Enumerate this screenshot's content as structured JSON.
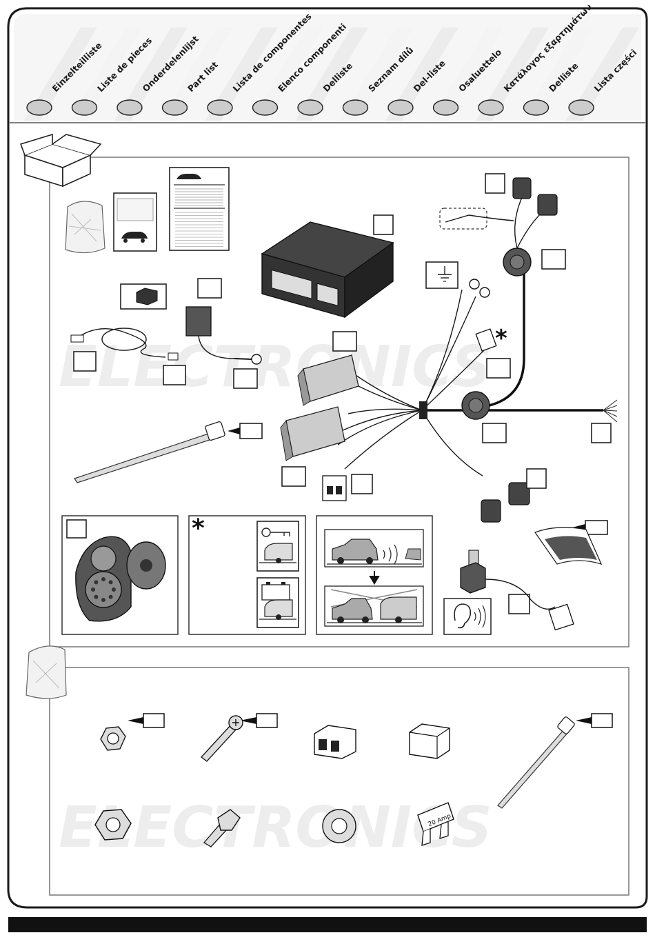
{
  "header": {
    "languages": [
      "Einzelteilliste",
      "Liste de pieces",
      "Onderdelenlijst",
      "Part list",
      "Lista de componentes",
      "Elenco componenti",
      "Delliste",
      "Seznam dílů",
      "Del-liste",
      "Osaluettelo",
      "Κατάλογος εξαρτημάτων",
      "Delliste",
      "Lista części"
    ]
  },
  "watermark": {
    "word": "ELECTRONICS"
  },
  "colors": {
    "frame": "#1a1a1a",
    "panel_border": "#777777",
    "tab_fill": "#cccccc",
    "footer_bar": "#111111",
    "watermark": "#ededed"
  },
  "icons": [
    "box-icon",
    "bag-icon",
    "manual-icon",
    "control-module-icon",
    "wiring-harness-icon",
    "ground-symbol-icon",
    "socket-13pin-icon",
    "cable-tie-icon",
    "key-icon",
    "battery-icon",
    "car-sensor-icon",
    "buzzer-icon",
    "ear-icon",
    "nut-icon",
    "screw-icon",
    "connector-icon",
    "fuse-holder-icon",
    "bolt-icon",
    "washer-icon",
    "fuse-icon"
  ],
  "fuse": {
    "label": "20 Amp"
  }
}
